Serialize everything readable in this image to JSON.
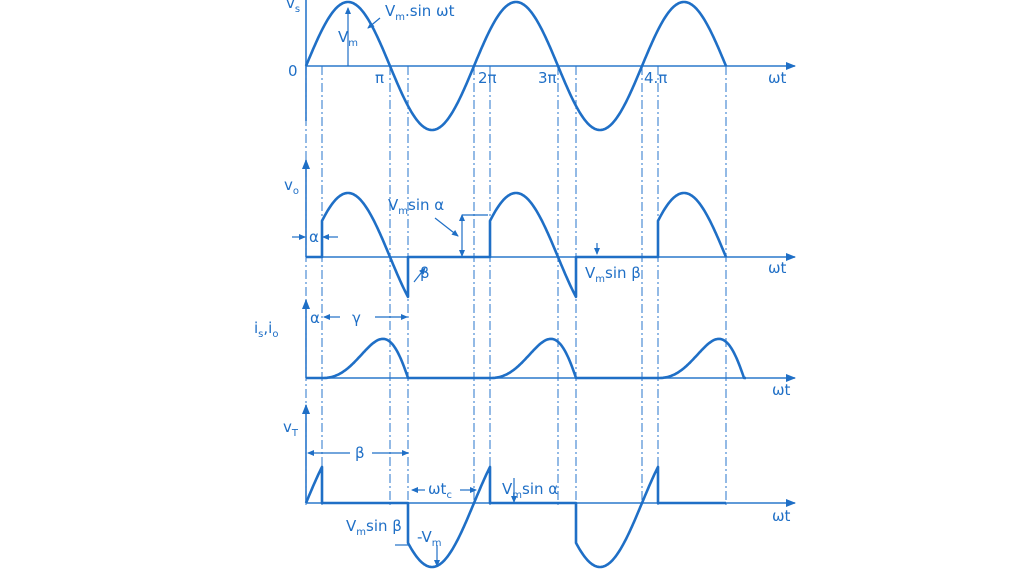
{
  "colors": {
    "ink": "#1f6fc6"
  },
  "panel_vs": {
    "axis_label": "v",
    "axis_sub": "s",
    "curve_label": "V",
    "curve_label_sub": "m",
    "curve_label_rest": ".sin ωt",
    "amp_label": "V",
    "amp_label_sub": "m",
    "origin": "0",
    "ticks": [
      "π",
      "2π",
      "3π",
      "4.π"
    ],
    "x_label": "ωt"
  },
  "panel_vo": {
    "axis_label": "v",
    "axis_sub": "o",
    "vmsina": "V",
    "vmsina_sub": "m",
    "vmsina_rest": "sin α",
    "alpha": "α",
    "beta": "β",
    "vmsinb": "V",
    "vmsinb_sub": "m",
    "vmsinb_rest": "sin β",
    "x_label": "ωt"
  },
  "panel_i": {
    "axis_label": "i",
    "axis_sub": "s",
    "axis_label2": ",i",
    "axis_sub2": "o",
    "alpha": "α",
    "gamma": "γ",
    "x_label": "ωt"
  },
  "panel_vt": {
    "axis_label": "v",
    "axis_sub": "T",
    "beta": "β",
    "wtc": "ωt",
    "wtc_sub": "c",
    "vmsina": "V",
    "vmsina_sub": "m",
    "vmsina_rest": "sin α",
    "vmsinb": "V",
    "vmsinb_sub": "m",
    "vmsinb_rest": "sin β",
    "neg_vm": "-V",
    "neg_vm_sub": "m",
    "x_label": "ωt"
  }
}
